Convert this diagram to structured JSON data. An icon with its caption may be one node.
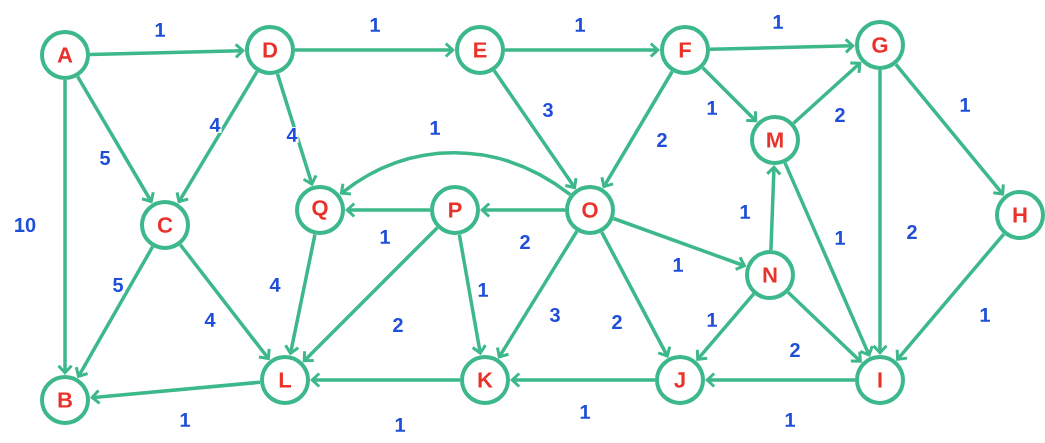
{
  "diagram": {
    "nodes": [
      {
        "text": [
          "A"
        ]
      },
      {
        "text": [
          "D"
        ]
      },
      {
        "text": [
          "E"
        ]
      },
      {
        "text": [
          "F"
        ]
      },
      {
        "text": [
          "G"
        ]
      },
      {
        "text": [
          "M"
        ]
      },
      {
        "text": [
          "C"
        ]
      },
      {
        "text": [
          "Q"
        ]
      },
      {
        "text": [
          "P"
        ]
      },
      {
        "text": [
          "O"
        ]
      },
      {
        "text": [
          "H"
        ]
      },
      {
        "text": [
          "N"
        ]
      },
      {
        "text": [
          "B"
        ]
      },
      {
        "text": [
          "L"
        ]
      },
      {
        "text": [
          "K"
        ]
      },
      {
        "text": [
          "J"
        ]
      },
      {
        "text": [
          "I"
        ]
      }
    ],
    "edges": [
      {
        "from": 0,
        "to": 1,
        "arrow": "to",
        "label": "1"
      },
      {
        "from": 0,
        "to": 6,
        "arrow": "to",
        "label": "5"
      },
      {
        "from": 0,
        "to": 12,
        "arrow": "to",
        "label": "10"
      },
      {
        "from": 1,
        "to": 2,
        "arrow": "to",
        "label": "1"
      },
      {
        "from": 1,
        "to": 6,
        "arrow": "to",
        "label": "4"
      },
      {
        "from": 1,
        "to": 7,
        "arrow": "to",
        "label": "4"
      },
      {
        "from": 2,
        "to": 3,
        "arrow": "to",
        "label": "1"
      },
      {
        "from": 2,
        "to": 9,
        "arrow": "to",
        "label": "3"
      },
      {
        "from": 3,
        "to": 4,
        "arrow": "to",
        "label": "1"
      },
      {
        "from": 3,
        "to": 9,
        "arrow": "to",
        "label": "2"
      },
      {
        "from": 3,
        "to": 5,
        "arrow": "to",
        "label": "1"
      },
      {
        "from": 5,
        "to": 4,
        "arrow": "to",
        "label": "2"
      },
      {
        "from": 4,
        "to": 10,
        "arrow": "to",
        "label": "1"
      },
      {
        "from": 4,
        "to": 16,
        "arrow": "to",
        "label": "2"
      },
      {
        "from": 10,
        "to": 16,
        "arrow": "to",
        "label": "1"
      },
      {
        "from": 9,
        "to": 7,
        "arrow": "to",
        "label": "1"
      },
      {
        "from": 9,
        "to": 8,
        "arrow": "to",
        "label": "2"
      },
      {
        "from": 8,
        "to": 7,
        "arrow": "to",
        "label": "1"
      },
      {
        "from": 9,
        "to": 11,
        "arrow": "to",
        "label": "1"
      },
      {
        "from": 9,
        "to": 14,
        "arrow": "to",
        "label": "3"
      },
      {
        "from": 9,
        "to": 15,
        "arrow": "to",
        "label": "2"
      },
      {
        "from": 8,
        "to": 13,
        "arrow": "to",
        "label": "2"
      },
      {
        "from": 8,
        "to": 14,
        "arrow": "to",
        "label": "1"
      },
      {
        "from": 7,
        "to": 13,
        "arrow": "to",
        "label": "4"
      },
      {
        "from": 6,
        "to": 12,
        "arrow": "to",
        "label": "5"
      },
      {
        "from": 6,
        "to": 13,
        "arrow": "to",
        "label": "4"
      },
      {
        "from": 13,
        "to": 12,
        "arrow": "to",
        "label": "1"
      },
      {
        "from": 14,
        "to": 13,
        "arrow": "to",
        "label": "1"
      },
      {
        "from": 15,
        "to": 14,
        "arrow": "to",
        "label": "1"
      },
      {
        "from": 16,
        "to": 15,
        "arrow": "to",
        "label": "1"
      },
      {
        "from": 11,
        "to": 5,
        "arrow": "to",
        "label": "1"
      },
      {
        "from": 5,
        "to": 16,
        "arrow": "to",
        "label": "1"
      },
      {
        "from": 11,
        "to": 15,
        "arrow": "to",
        "label": "1"
      },
      {
        "from": 11,
        "to": 16,
        "arrow": "to",
        "label": "2"
      }
    ]
  }
}
